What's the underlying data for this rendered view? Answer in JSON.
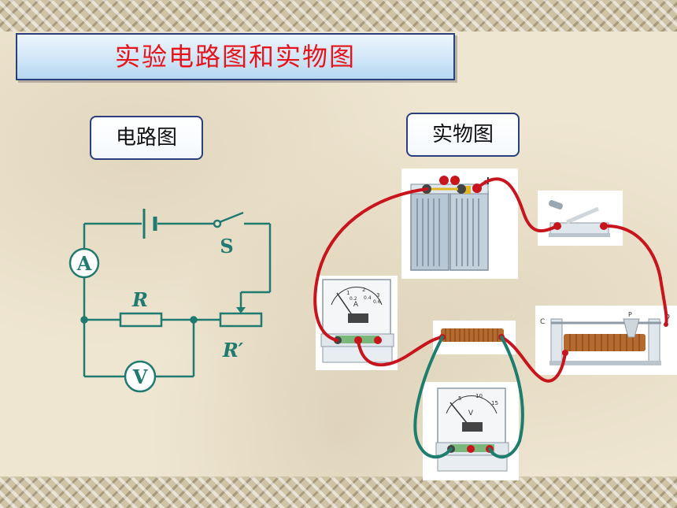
{
  "title": "实验电路图和实物图",
  "labels": {
    "circuit": "电路图",
    "physical": "实物图"
  },
  "circuit": {
    "switch_label": "S",
    "resistor_label": "R",
    "rheostat_label": "R′",
    "ammeter_letter": "A",
    "voltmeter_letter": "V"
  },
  "apparatus": {
    "battery_minus": "-",
    "battery_plus": "+",
    "ammeter_letter": "A",
    "ammeter_scale": [
      "0.2",
      "0.4",
      "0.6",
      "1",
      "2",
      "3"
    ],
    "voltmeter_letter": "V",
    "voltmeter_scale": [
      "5",
      "10",
      "15"
    ],
    "rheostat_ends": [
      "C",
      "D",
      "P"
    ]
  },
  "colors": {
    "title_text": "#e8141b",
    "box_border": "#2a3f7c",
    "circuit_line": "#1f7a70",
    "wire_red": "#c8141c",
    "wire_teal": "#1f7d6e"
  }
}
